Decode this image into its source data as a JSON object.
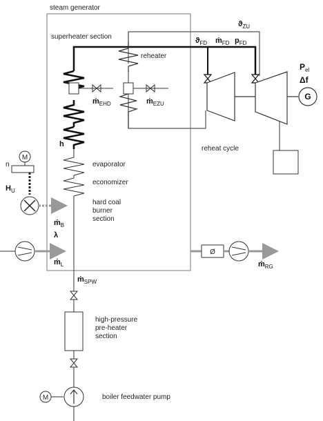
{
  "labels": {
    "steam_generator": "steam generator",
    "superheater_section": "superheater section",
    "reheater": "reheater",
    "evaporator": "evaporator",
    "economizer": "economizer",
    "hard_coal_1": "hard coal",
    "hard_coal_2": "burner",
    "hard_coal_3": "section",
    "reheat_cycle": "reheat cycle",
    "hp_preheater_1": "high-pressure",
    "hp_preheater_2": "pre-heater",
    "hp_preheater_3": "section",
    "boiler_feedwater_pump": "boiler feedwater pump"
  },
  "symbols": {
    "theta_zu": {
      "main": "ϑ",
      "sub": "ZU"
    },
    "theta_fd": {
      "main": "ϑ",
      "sub": "FD"
    },
    "m_fd": {
      "main": "ṁ",
      "sub": "FD"
    },
    "p_fd": {
      "main": "p",
      "sub": "FD"
    },
    "p_el": {
      "main": "P",
      "sub": "el"
    },
    "delta_f": "Δf",
    "generator": "G",
    "m_ehd": {
      "main": "ṁ",
      "sub": "EHD"
    },
    "m_ezu": {
      "main": "ṁ",
      "sub": "EZU"
    },
    "h": "h",
    "n": "n",
    "motor_top": "M",
    "h_u": {
      "main": "H",
      "sub": "U"
    },
    "m_b": {
      "main": "ṁ",
      "sub": "B"
    },
    "lambda": "λ",
    "m_l": {
      "main": "ṁ",
      "sub": "L"
    },
    "m_rg": {
      "main": "ṁ",
      "sub": "RG"
    },
    "damper": "Ø",
    "m_spw": {
      "main": "ṁ",
      "sub": "SPW"
    },
    "motor_bottom": "M"
  }
}
